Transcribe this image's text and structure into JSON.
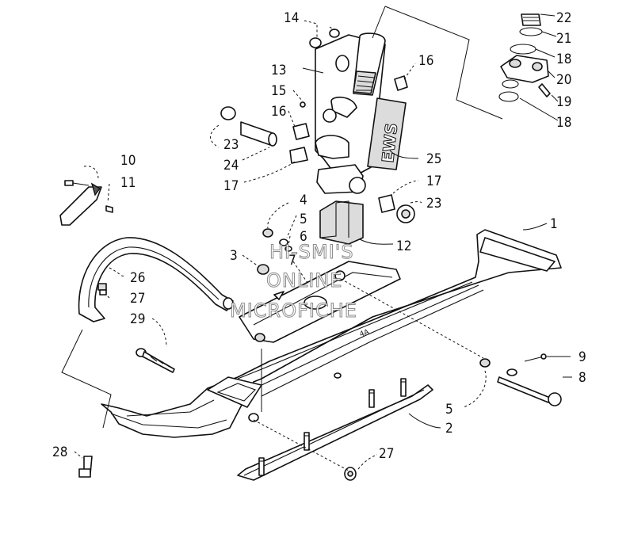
{
  "diagram": {
    "watermark_lines": [
      "HI-SMI'S",
      "ONLINE",
      "MICROFICHE"
    ],
    "logo_text": "EWS",
    "callouts": [
      {
        "id": "c22",
        "label": "22"
      },
      {
        "id": "c21",
        "label": "21"
      },
      {
        "id": "c18a",
        "label": "18"
      },
      {
        "id": "c20",
        "label": "20"
      },
      {
        "id": "c19",
        "label": "19"
      },
      {
        "id": "c18b",
        "label": "18"
      },
      {
        "id": "c14",
        "label": "14"
      },
      {
        "id": "c16a",
        "label": "16"
      },
      {
        "id": "c13",
        "label": "13"
      },
      {
        "id": "c15",
        "label": "15"
      },
      {
        "id": "c16b",
        "label": "16"
      },
      {
        "id": "c23a",
        "label": "23"
      },
      {
        "id": "c24",
        "label": "24"
      },
      {
        "id": "c25",
        "label": "25"
      },
      {
        "id": "c17a",
        "label": "17"
      },
      {
        "id": "c17b",
        "label": "17"
      },
      {
        "id": "c23b",
        "label": "23"
      },
      {
        "id": "c10",
        "label": "10"
      },
      {
        "id": "c11",
        "label": "11"
      },
      {
        "id": "c4",
        "label": "4"
      },
      {
        "id": "c5a",
        "label": "5"
      },
      {
        "id": "c6",
        "label": "6"
      },
      {
        "id": "c12",
        "label": "12"
      },
      {
        "id": "c1",
        "label": "1"
      },
      {
        "id": "c3",
        "label": "3"
      },
      {
        "id": "c7",
        "label": "7"
      },
      {
        "id": "c26",
        "label": "26"
      },
      {
        "id": "c27a",
        "label": "27"
      },
      {
        "id": "c29",
        "label": "29"
      },
      {
        "id": "c9",
        "label": "9"
      },
      {
        "id": "c8",
        "label": "8"
      },
      {
        "id": "c5b",
        "label": "5"
      },
      {
        "id": "c2",
        "label": "2"
      },
      {
        "id": "c28",
        "label": "28"
      },
      {
        "id": "c27b",
        "label": "27"
      }
    ]
  }
}
